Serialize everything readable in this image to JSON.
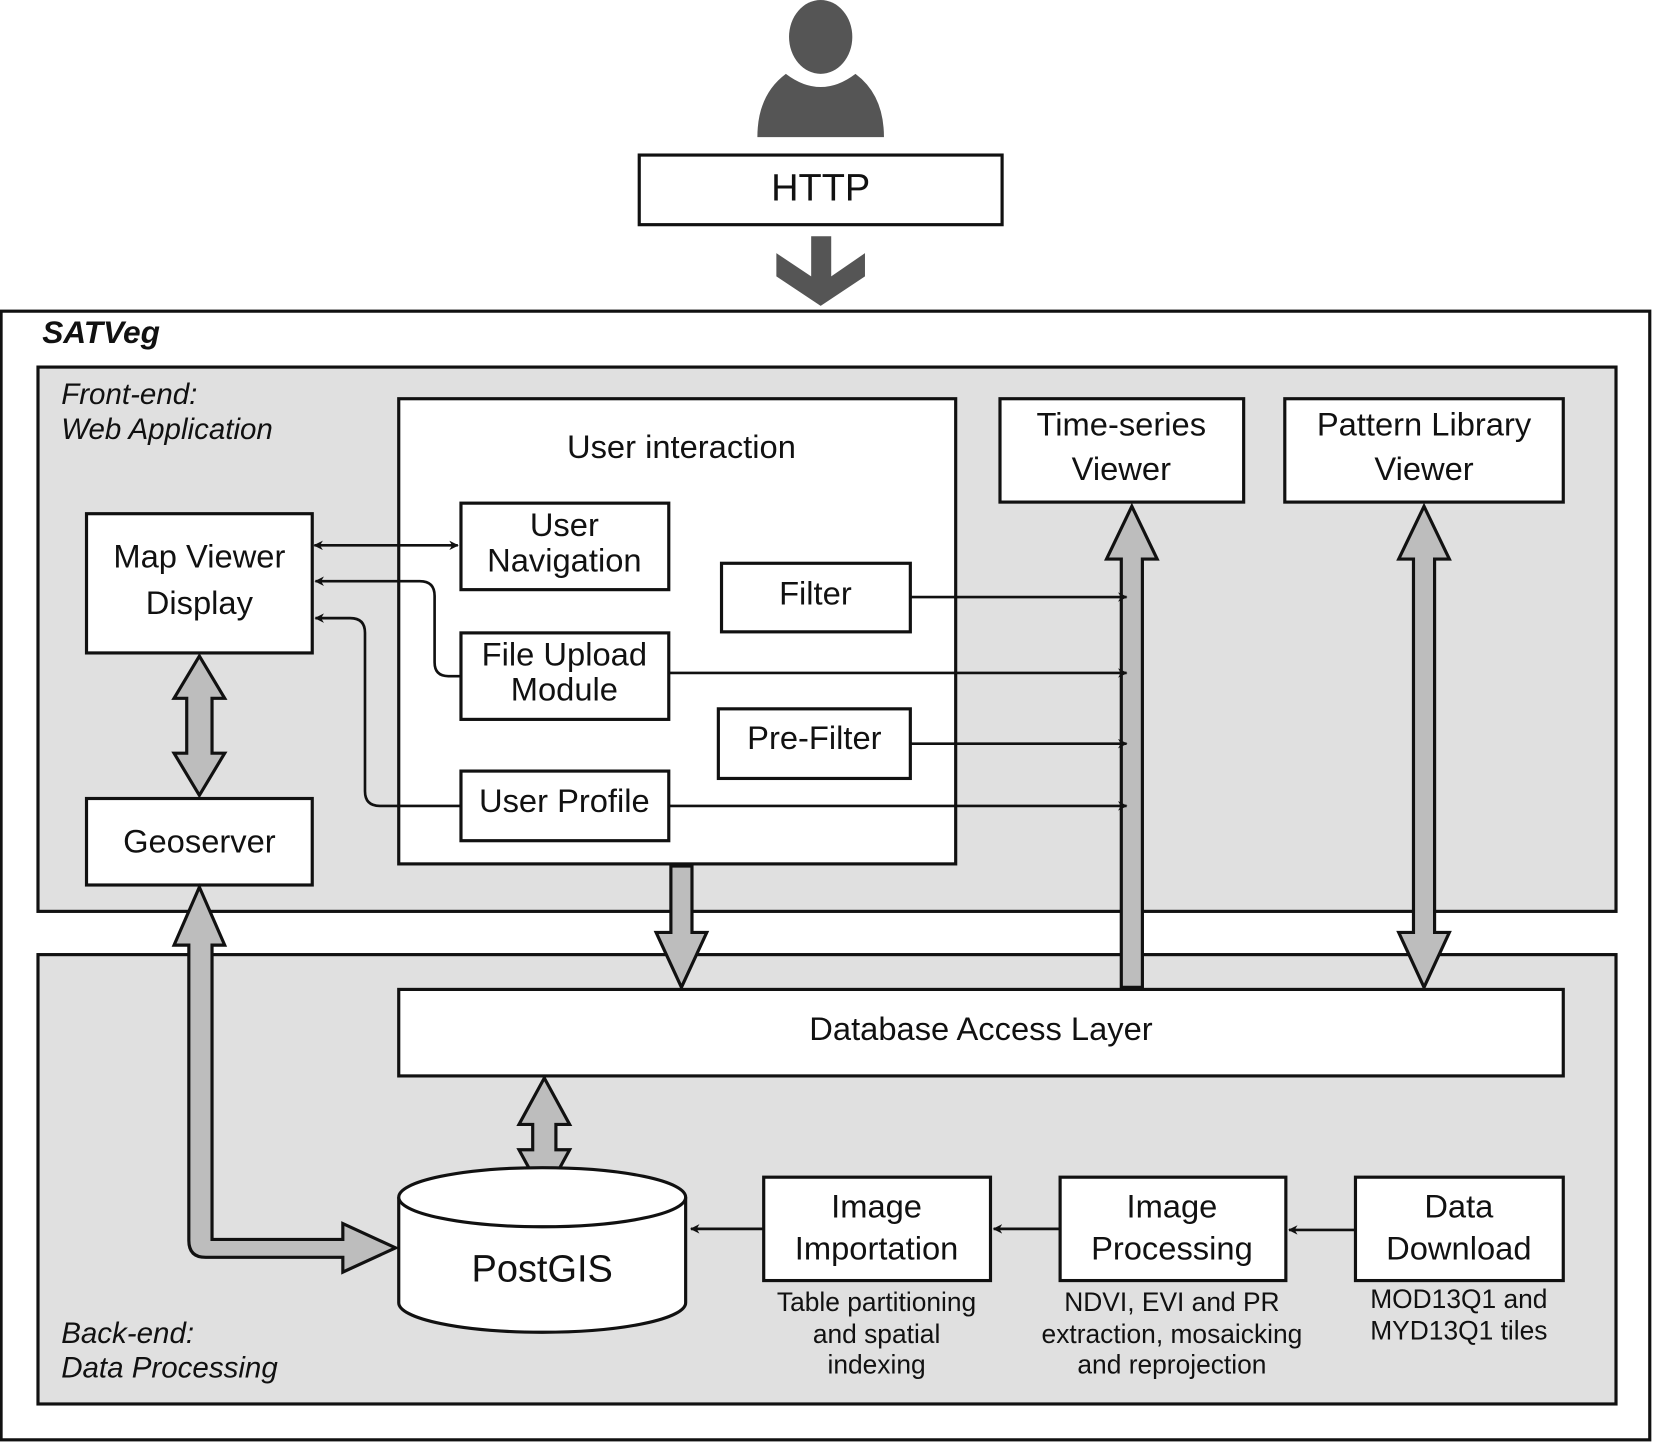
{
  "user": {
    "icon": "user-icon"
  },
  "http": {
    "label": "HTTP"
  },
  "system": {
    "title": "SATVeg"
  },
  "frontend": {
    "label_line1": "Front-end:",
    "label_line2": "Web Application",
    "map_viewer": {
      "line1": "Map Viewer",
      "line2": "Display"
    },
    "geoserver": {
      "label": "Geoserver"
    },
    "user_interaction": {
      "title": "User interaction",
      "user_navigation": {
        "line1": "User",
        "line2": "Navigation"
      },
      "file_upload": {
        "line1": "File Upload",
        "line2": "Module"
      },
      "user_profile": {
        "label": "User Profile"
      },
      "filter": {
        "label": "Filter"
      },
      "pre_filter": {
        "label": "Pre-Filter"
      }
    },
    "timeseries_viewer": {
      "line1": "Time-series",
      "line2": "Viewer"
    },
    "pattern_viewer": {
      "line1": "Pattern Library",
      "line2": "Viewer"
    }
  },
  "backend": {
    "label_line1": "Back-end:",
    "label_line2": "Data Processing",
    "dal": {
      "label": "Database Access Layer"
    },
    "postgis": {
      "label": "PostGIS"
    },
    "image_importation": {
      "line1": "Image",
      "line2": "Importation",
      "note": [
        "Table partitioning",
        "and spatial",
        "indexing"
      ]
    },
    "image_processing": {
      "line1": "Image",
      "line2": "Processing",
      "note": [
        "NDVI, EVI and PR",
        "extraction, mosaicking",
        "and reprojection"
      ]
    },
    "data_download": {
      "line1": "Data",
      "line2": "Download",
      "note": [
        "MOD13Q1 and",
        "MYD13Q1 tiles"
      ]
    }
  }
}
